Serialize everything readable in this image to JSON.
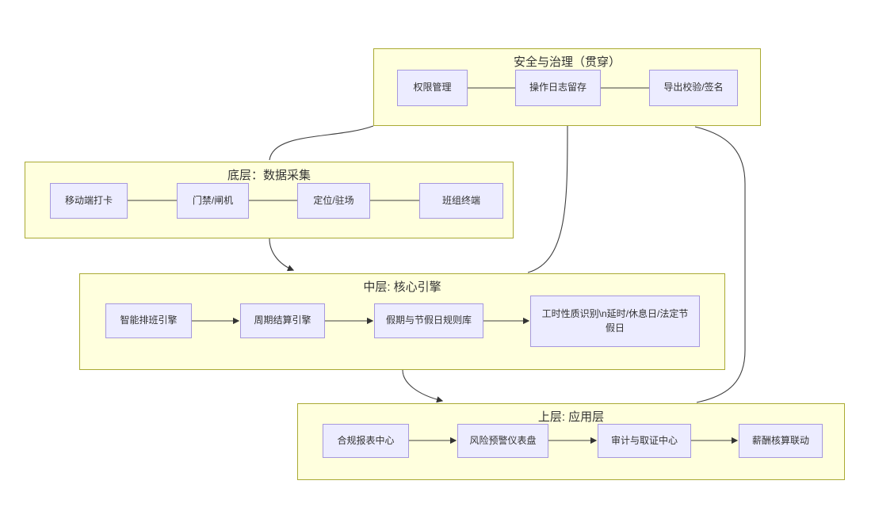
{
  "diagram": {
    "type": "flowchart",
    "groups": [
      {
        "id": "security",
        "title": "安全与治理（贯穿）",
        "nodes": [
          {
            "id": "perm",
            "label": "权限管理"
          },
          {
            "id": "oplog",
            "label": "操作日志留存"
          },
          {
            "id": "export",
            "label": "导出校验/签名"
          }
        ]
      },
      {
        "id": "data-collection",
        "title": "底层：数据采集",
        "nodes": [
          {
            "id": "mobile",
            "label": "移动端打卡"
          },
          {
            "id": "gate",
            "label": "门禁/闸机"
          },
          {
            "id": "locate",
            "label": "定位/驻场"
          },
          {
            "id": "terminal",
            "label": "班组终端"
          }
        ]
      },
      {
        "id": "core-engine",
        "title": "中层: 核心引擎",
        "nodes": [
          {
            "id": "schedule",
            "label": "智能排班引擎"
          },
          {
            "id": "settle",
            "label": "周期结算引擎"
          },
          {
            "id": "holiday",
            "label": "假期与节假日规则库"
          },
          {
            "id": "worktime",
            "label": "工时性质识别\\n延时/休息日/法定节假日"
          }
        ]
      },
      {
        "id": "application",
        "title": "上层: 应用层",
        "nodes": [
          {
            "id": "report",
            "label": "合规报表中心"
          },
          {
            "id": "risk",
            "label": "风险预警仪表盘"
          },
          {
            "id": "audit",
            "label": "审计与取证中心"
          },
          {
            "id": "payroll",
            "label": "薪酬核算联动"
          }
        ]
      }
    ],
    "edges": [
      {
        "from": "perm",
        "to": "oplog",
        "arrow": false
      },
      {
        "from": "oplog",
        "to": "export",
        "arrow": false
      },
      {
        "from": "mobile",
        "to": "gate",
        "arrow": false
      },
      {
        "from": "gate",
        "to": "locate",
        "arrow": false
      },
      {
        "from": "locate",
        "to": "terminal",
        "arrow": false
      },
      {
        "from": "schedule",
        "to": "settle",
        "arrow": true
      },
      {
        "from": "settle",
        "to": "holiday",
        "arrow": true
      },
      {
        "from": "holiday",
        "to": "worktime",
        "arrow": true
      },
      {
        "from": "report",
        "to": "risk",
        "arrow": true
      },
      {
        "from": "risk",
        "to": "audit",
        "arrow": true
      },
      {
        "from": "audit",
        "to": "payroll",
        "arrow": true
      },
      {
        "from": "security",
        "to": "data-collection",
        "arrow": false
      },
      {
        "from": "security",
        "to": "core-engine",
        "arrow": false
      },
      {
        "from": "security",
        "to": "application",
        "arrow": false
      },
      {
        "from": "data-collection",
        "to": "core-engine",
        "arrow": true
      },
      {
        "from": "core-engine",
        "to": "application",
        "arrow": true
      }
    ],
    "colors": {
      "cluster_fill": "#ffffde",
      "cluster_border": "#aaaa33",
      "node_fill": "#ECECFF",
      "node_border": "#a698dd",
      "edge": "#3f3f3f",
      "text": "#333333"
    }
  }
}
